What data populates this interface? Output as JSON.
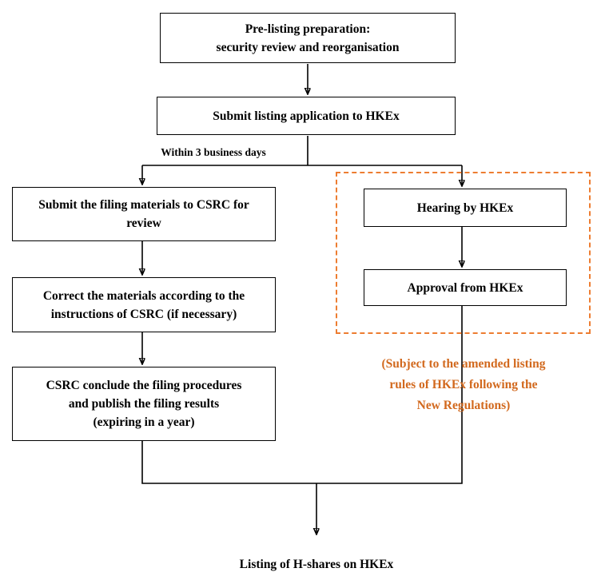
{
  "colors": {
    "box_border": "#000000",
    "text": "#000000",
    "dashed_border": "#ED7D31",
    "note_text": "#D2691E"
  },
  "diagram": {
    "boxes": {
      "pre_listing": {
        "line1": "Pre-listing preparation:",
        "line2": "security review and reorganisation"
      },
      "submit_application": {
        "line1": "Submit listing application to HKEx"
      },
      "submit_filing": {
        "line1": "Submit the filing materials to CSRC for",
        "line2": "review"
      },
      "correct_materials": {
        "line1": "Correct the materials according to the",
        "line2": "instructions of CSRC (if necessary)"
      },
      "csrc_conclude": {
        "line1": "CSRC conclude the filing procedures",
        "line2": "and publish the filing results",
        "line3": "(expiring in a year)"
      },
      "hearing": {
        "line1": "Hearing by HKEx"
      },
      "approval": {
        "line1": "Approval from HKEx"
      }
    },
    "labels": {
      "within_days": "Within 3 business days",
      "note_line1": "(Subject to the amended listing",
      "note_line2": "rules of HKEx following the",
      "note_line3": "New Regulations)",
      "final": "Listing of H-shares on HKEx"
    }
  }
}
